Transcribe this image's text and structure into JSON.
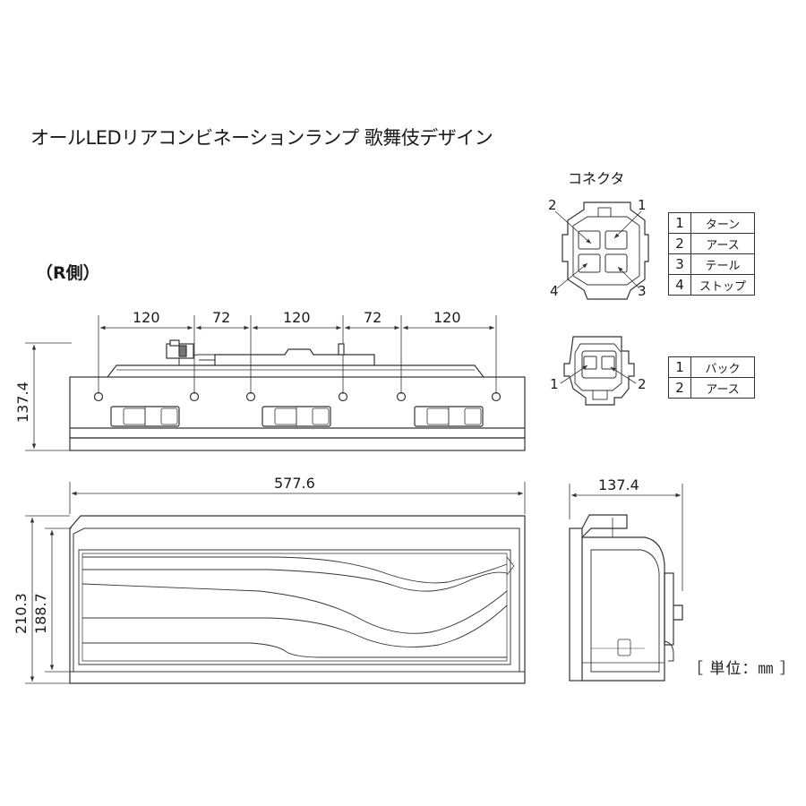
{
  "title": "オールLEDリアコンビネーションランプ 歌舞伎デザイン",
  "side_label": "（R側）",
  "units": "［ 単位：㎜ ］",
  "connector": {
    "title": "コネクタ",
    "four_pin": {
      "callouts": [
        "1",
        "2",
        "3",
        "4"
      ],
      "rows": [
        {
          "num": "1",
          "name": "ターン"
        },
        {
          "num": "2",
          "name": "アース"
        },
        {
          "num": "3",
          "name": "テール"
        },
        {
          "num": "4",
          "name": "ストップ"
        }
      ]
    },
    "two_pin": {
      "callouts": [
        "1",
        "2"
      ],
      "rows": [
        {
          "num": "1",
          "name": "バック"
        },
        {
          "num": "2",
          "name": "アース"
        }
      ]
    }
  },
  "dimensions": {
    "top_spacing": [
      "120",
      "72",
      "120",
      "72",
      "120"
    ],
    "top_height": "137.4",
    "front_width": "577.6",
    "front_height_outer": "210.3",
    "front_height_inner": "188.7",
    "side_depth": "137.4"
  }
}
